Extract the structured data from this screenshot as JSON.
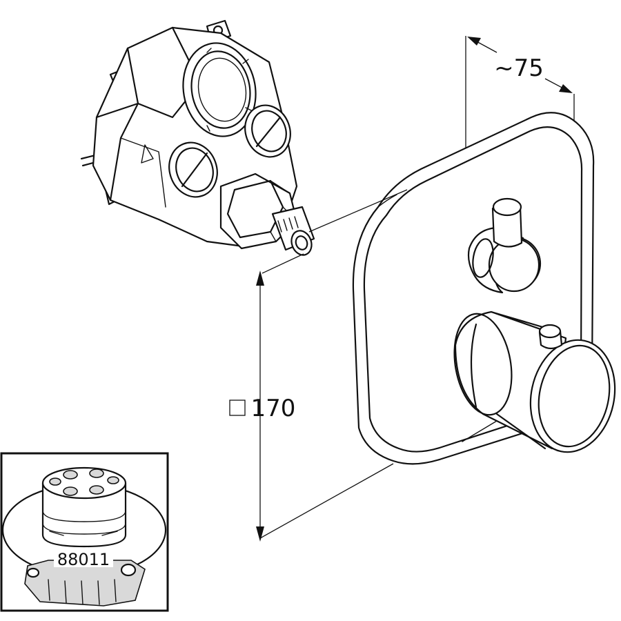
{
  "dimensions": {
    "depth_label": "~75",
    "size_label": "170",
    "size_symbol": "square"
  },
  "inset": {
    "part_number": "88011"
  },
  "colors": {
    "line": "#111111",
    "background": "#ffffff"
  }
}
